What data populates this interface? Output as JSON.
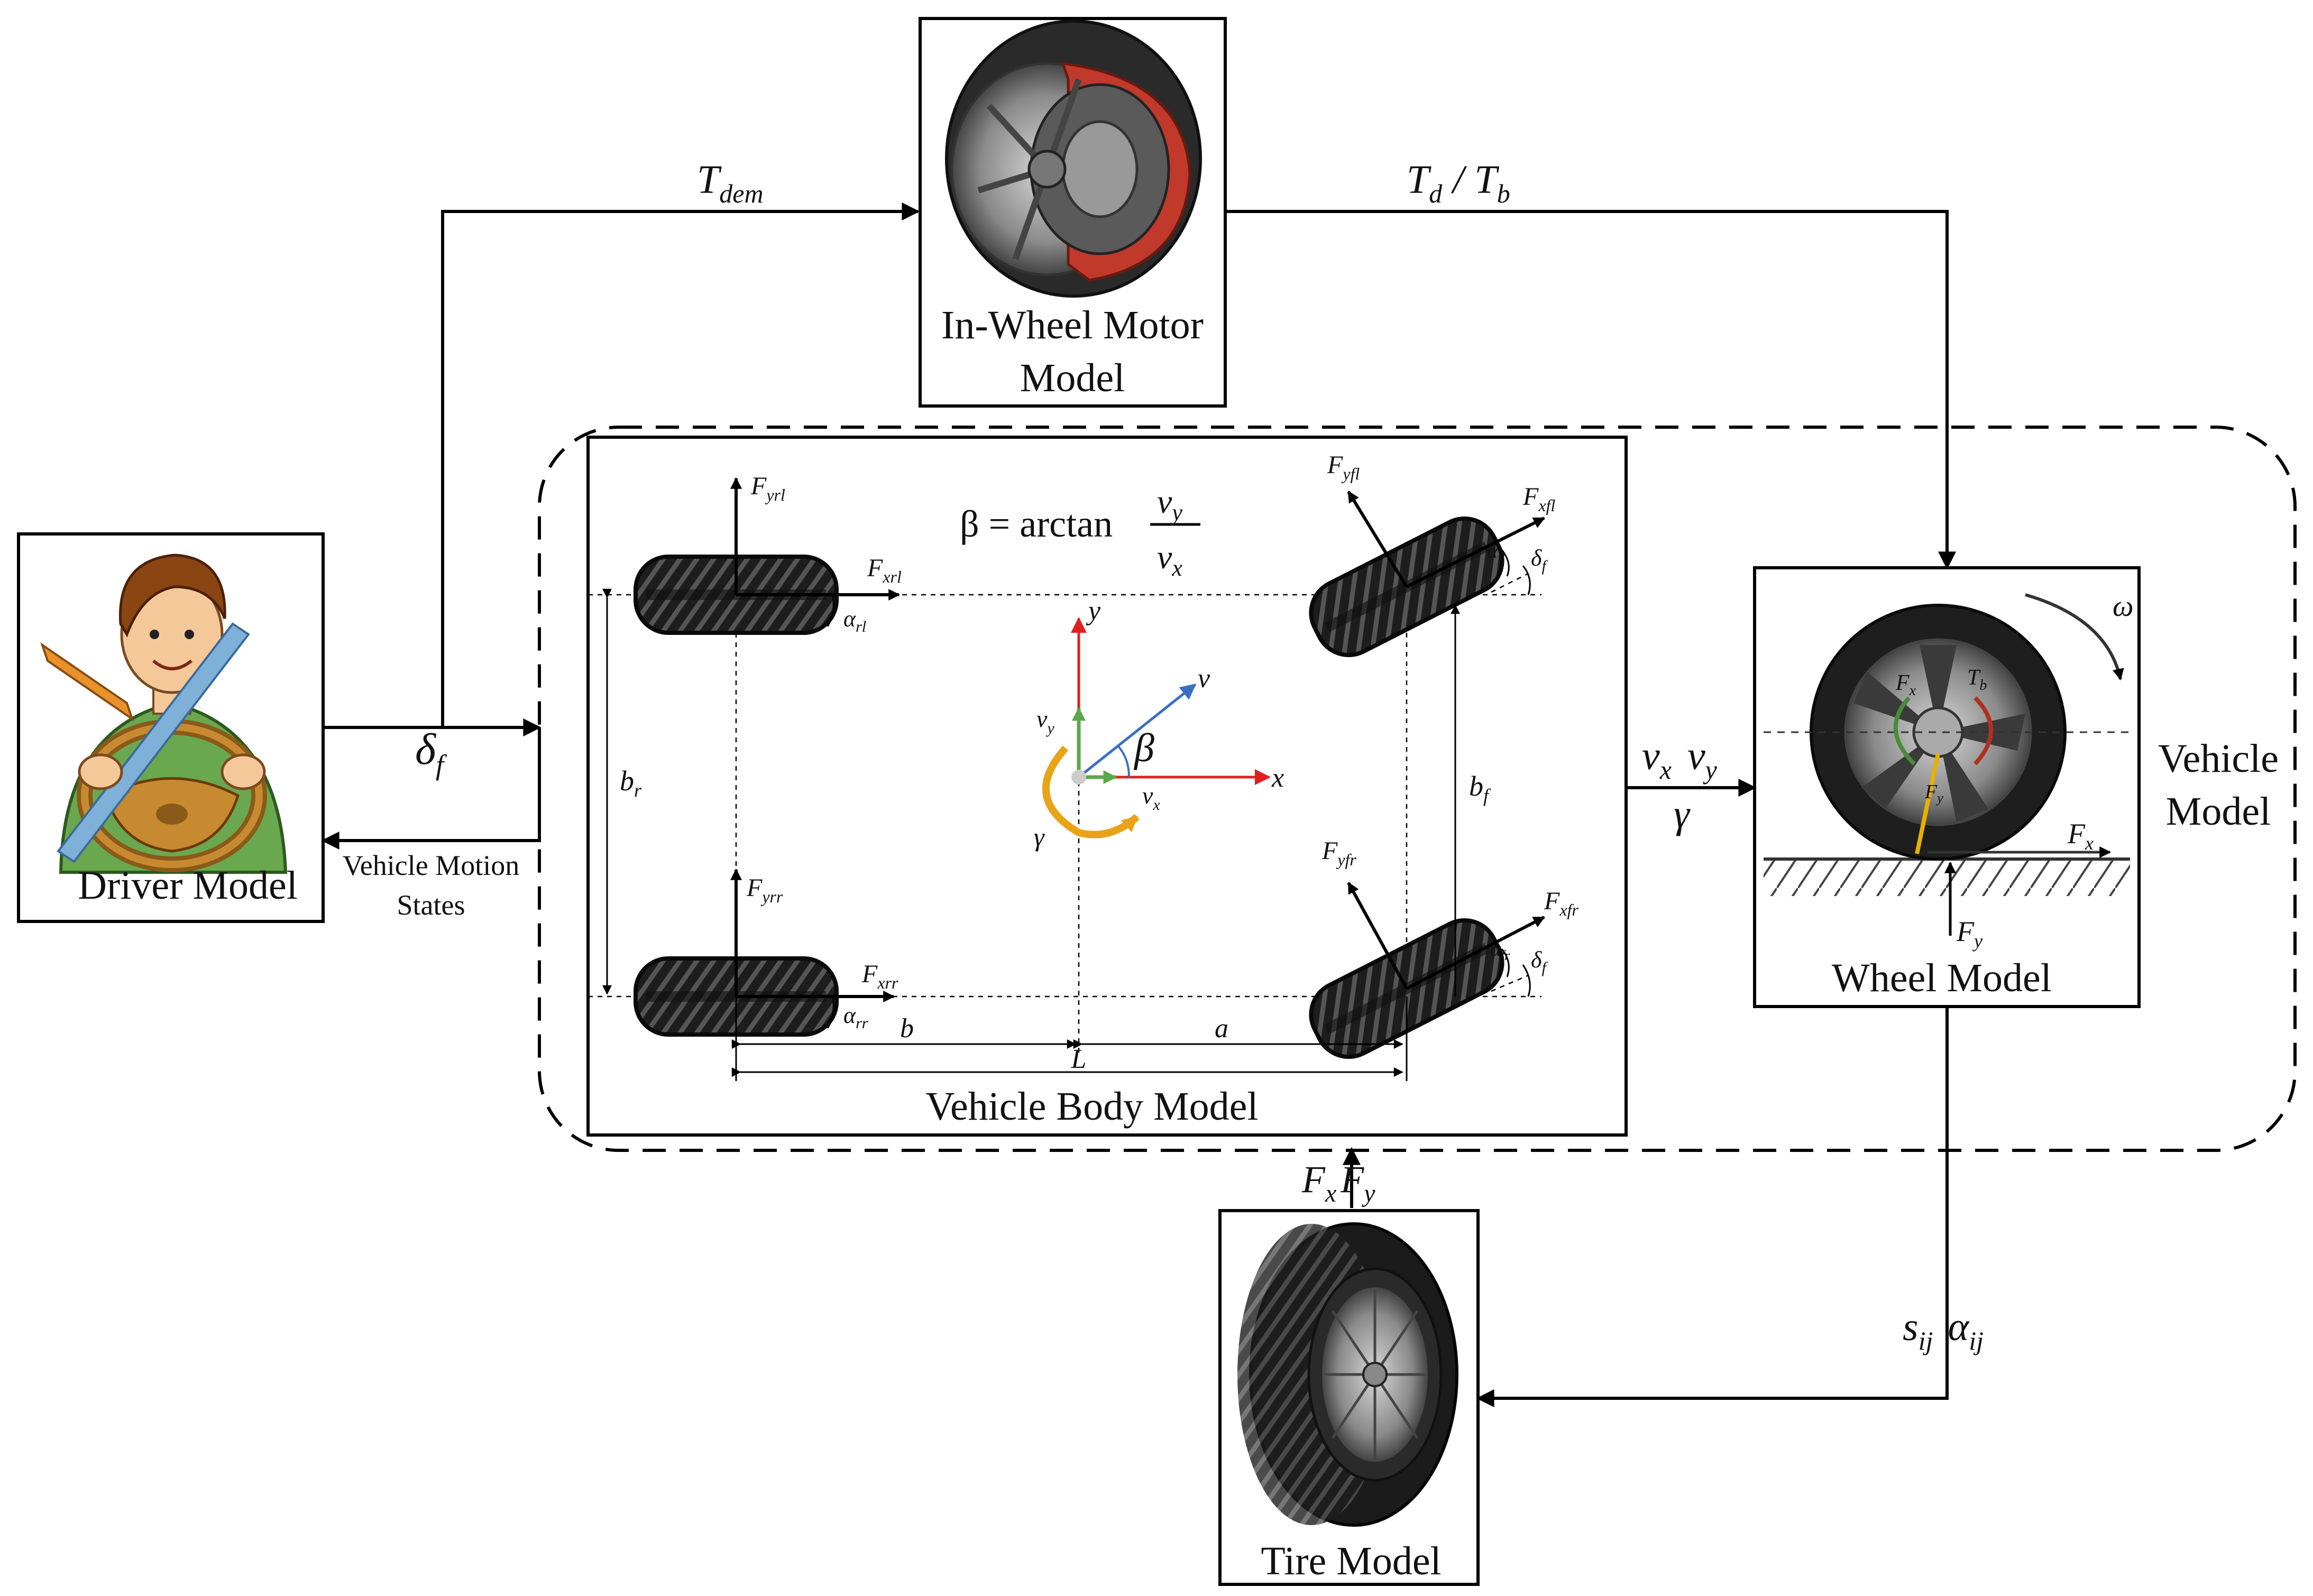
{
  "blocks": {
    "driver": "Driver Model",
    "motor_line1": "In-Wheel Motor",
    "motor_line2": "Model",
    "body": "Vehicle Body Model",
    "wheel": "Wheel Model",
    "tire": "Tire Model",
    "vehicle_line1": "Vehicle",
    "vehicle_line2": "Model"
  },
  "signals": {
    "t_dem": {
      "base": "T",
      "sub": "dem"
    },
    "t_d": {
      "base": "T",
      "sub": "d"
    },
    "slash": "/",
    "t_b": {
      "base": "T",
      "sub": "b"
    },
    "delta_f": {
      "base": "δ",
      "sub": "f"
    },
    "motion_line1": "Vehicle Motion",
    "motion_line2": "States",
    "v_x": {
      "base": "v",
      "sub": "x"
    },
    "v_y": {
      "base": "v",
      "sub": "y"
    },
    "gamma": "γ",
    "f_x": {
      "base": "F",
      "sub": "x"
    },
    "f_y": {
      "base": "F",
      "sub": "y"
    },
    "s_ij": {
      "base": "s",
      "sub": "ij"
    },
    "alpha_ij": {
      "base": "α",
      "sub": "ij"
    }
  },
  "formula": {
    "lhs": "β = arctan",
    "num": {
      "base": "v",
      "sub": "y"
    },
    "den": {
      "base": "v",
      "sub": "x"
    }
  },
  "body_labels": {
    "f_yrl": {
      "base": "F",
      "sub": "yrl"
    },
    "f_xrl": {
      "base": "F",
      "sub": "xrl"
    },
    "alpha_rl": {
      "base": "α",
      "sub": "rl"
    },
    "f_yrr": {
      "base": "F",
      "sub": "yrr"
    },
    "f_xrr": {
      "base": "F",
      "sub": "xrr"
    },
    "alpha_rr": {
      "base": "α",
      "sub": "rr"
    },
    "f_yfl": {
      "base": "F",
      "sub": "yfl"
    },
    "f_xfl": {
      "base": "F",
      "sub": "xfl"
    },
    "alpha_fl": {
      "base": "α",
      "sub": "fl"
    },
    "delta_fl": {
      "base": "δ",
      "sub": "f"
    },
    "f_yfr": {
      "base": "F",
      "sub": "yfr"
    },
    "f_xfr": {
      "base": "F",
      "sub": "xfr"
    },
    "alpha_fr": {
      "base": "α",
      "sub": "fr"
    },
    "delta_fr": {
      "base": "δ",
      "sub": "f"
    },
    "b_r": {
      "base": "b",
      "sub": "r"
    },
    "b_f": {
      "base": "b",
      "sub": "f"
    },
    "b": "b",
    "a": "a",
    "L": "L",
    "x": "x",
    "y": "y",
    "v": "v",
    "beta": "β",
    "vx": {
      "base": "v",
      "sub": "x"
    },
    "vy": {
      "base": "v",
      "sub": "y"
    },
    "gamma": "γ"
  },
  "wheel_labels": {
    "omega": "ω",
    "fx_arc": {
      "base": "F",
      "sub": "x"
    },
    "tb_arc": {
      "base": "T",
      "sub": "b"
    },
    "fy_small": {
      "base": "F",
      "sub": "y"
    },
    "fx_ground": {
      "base": "F",
      "sub": "x"
    },
    "fy_ground": {
      "base": "F",
      "sub": "y"
    }
  },
  "colors": {
    "axis_x": "#e02020",
    "axis_y": "#e02020",
    "velocity": "#3a6fc4",
    "vx_vy": "#5aa84a",
    "yaw": "#e8a317",
    "motor_red": "#c0392b",
    "driver_shirt": "#6aa84f",
    "driver_skin": "#f5c89a",
    "driver_hair": "#8b4513",
    "wheel_green_arc": "#4a8a3a",
    "wheel_red_arc": "#b03020",
    "wheel_yellow": "#e8b000"
  }
}
